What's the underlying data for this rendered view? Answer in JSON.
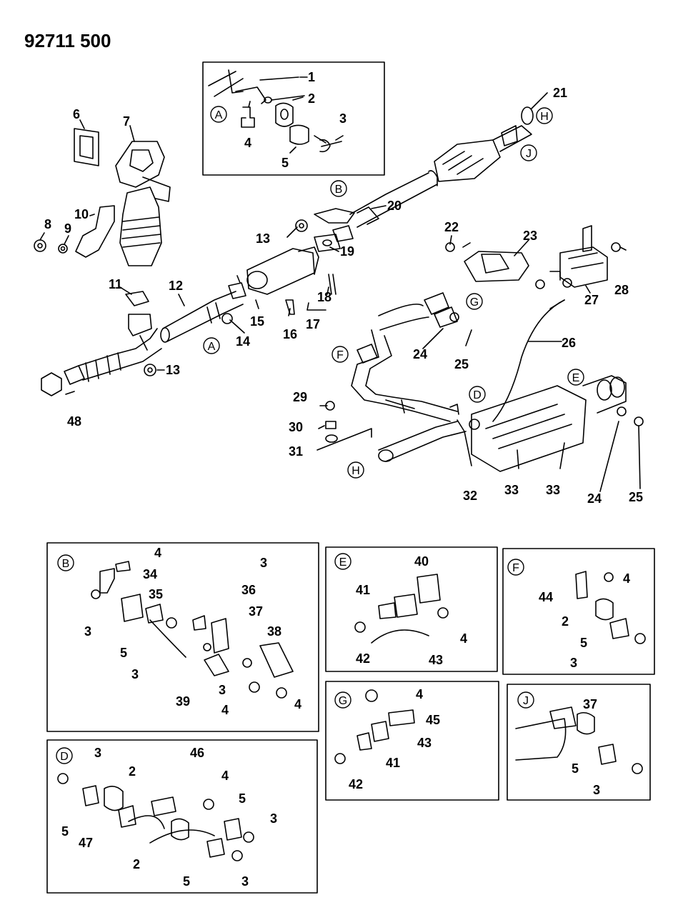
{
  "figure_code": "92711 500",
  "numbers": [
    "1",
    "2",
    "3",
    "4",
    "5",
    "6",
    "7",
    "8",
    "9",
    "10",
    "11",
    "12",
    "13",
    "14",
    "15",
    "16",
    "17",
    "18",
    "19",
    "20",
    "21",
    "22",
    "23",
    "24",
    "25",
    "26",
    "27",
    "28",
    "29",
    "30",
    "31",
    "32",
    "33",
    "34",
    "35",
    "36",
    "37",
    "38",
    "39",
    "40",
    "41",
    "42",
    "43",
    "44",
    "45",
    "46",
    "47",
    "48"
  ],
  "circle_labels": [
    "A",
    "B",
    "D",
    "E",
    "F",
    "G",
    "H",
    "J"
  ],
  "insets": [
    "A",
    "B",
    "D",
    "E",
    "F",
    "G",
    "J"
  ]
}
